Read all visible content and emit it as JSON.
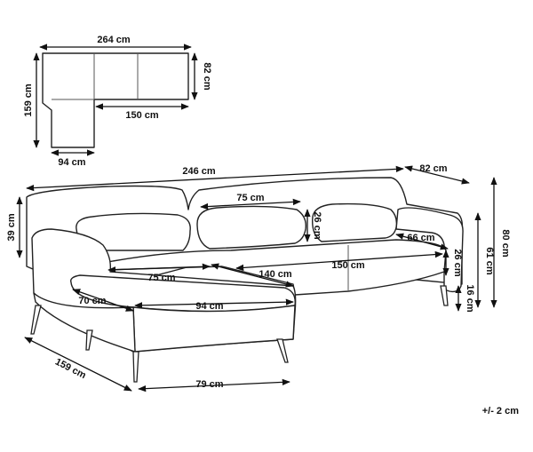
{
  "colors": {
    "line": "#222222",
    "text": "#111111",
    "background": "#ffffff"
  },
  "plan_view": {
    "width_label": "264 cm",
    "height_right_label": "82 cm",
    "depth_left_label": "159 cm",
    "inner_length_label": "150 cm",
    "chaise_width_label": "94 cm"
  },
  "main_view": {
    "total_width_label": "246 cm",
    "depth_label": "82 cm",
    "back_height_label": "39 cm",
    "cushion_width_label": "75 cm",
    "cushion_height_label": "26 cm",
    "armrest_label": "66 cm",
    "seat_height_label": "26 cm",
    "overall_height_label": "80 cm",
    "seat_level_label": "61 cm",
    "leg_height_label": "16 cm",
    "seat_length_label": "150 cm",
    "chaise_seat_label": "75 cm",
    "chaise_length_label": "140 cm",
    "chaise_depth_label": "70 cm",
    "chaise_width_label": "94 cm",
    "chaise_total_label": "159 cm",
    "chaise_front_label": "79 cm"
  },
  "tolerance_label": "+/- 2 cm"
}
